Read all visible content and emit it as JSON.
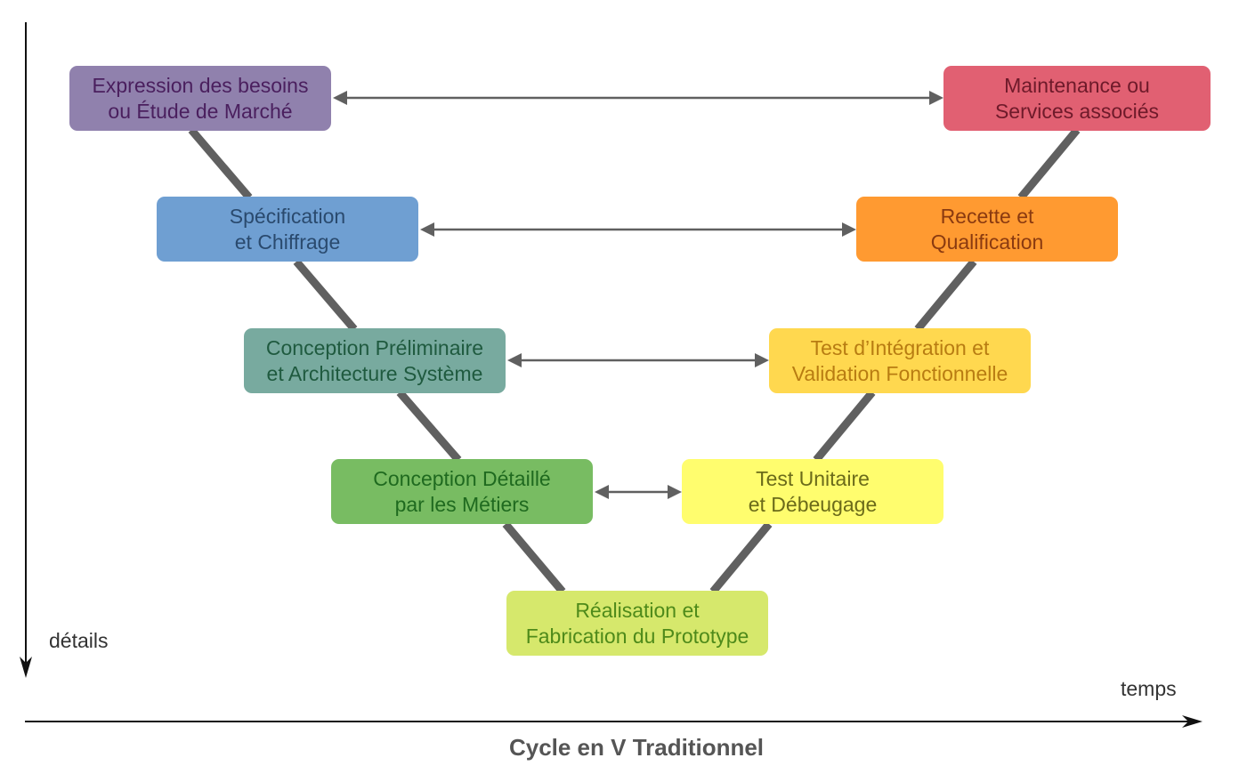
{
  "title": "Cycle en V Traditionnel",
  "axes": {
    "vertical_label": "détails",
    "horizontal_label": "temps"
  },
  "colors": {
    "line": "#606060",
    "axis": "#111111"
  },
  "phases": {
    "expression": {
      "label": "Expression des besoins\nou Étude de Marché",
      "bg": "#9081ad",
      "fg": "#4a1f5e"
    },
    "specification": {
      "label": "Spécification\net Chiffrage",
      "bg": "#6f9fd2",
      "fg": "#2a4a6e"
    },
    "conception_prelim": {
      "label": "Conception Préliminaire\net Architecture Système",
      "bg": "#78aa9f",
      "fg": "#1f5a3f"
    },
    "conception_detail": {
      "label": "Conception Détaillé\npar les Métiers",
      "bg": "#78bc62",
      "fg": "#1f6a1f"
    },
    "realisation": {
      "label": "Réalisation et\nFabrication du Prototype",
      "bg": "#d6e86c",
      "fg": "#4e8a1a"
    },
    "test_unitaire": {
      "label": "Test Unitaire\net Débeugage",
      "bg": "#fffd6e",
      "fg": "#6b6b1a"
    },
    "test_integration": {
      "label": "Test d’Intégration et\nValidation Fonctionnelle",
      "bg": "#ffd84f",
      "fg": "#b87c12"
    },
    "recette": {
      "label": "Recette et\nQualification",
      "bg": "#ff9a31",
      "fg": "#8a3a10"
    },
    "maintenance": {
      "label": "Maintenance ou\nServices associés",
      "bg": "#e16072",
      "fg": "#6e1a2a"
    }
  }
}
